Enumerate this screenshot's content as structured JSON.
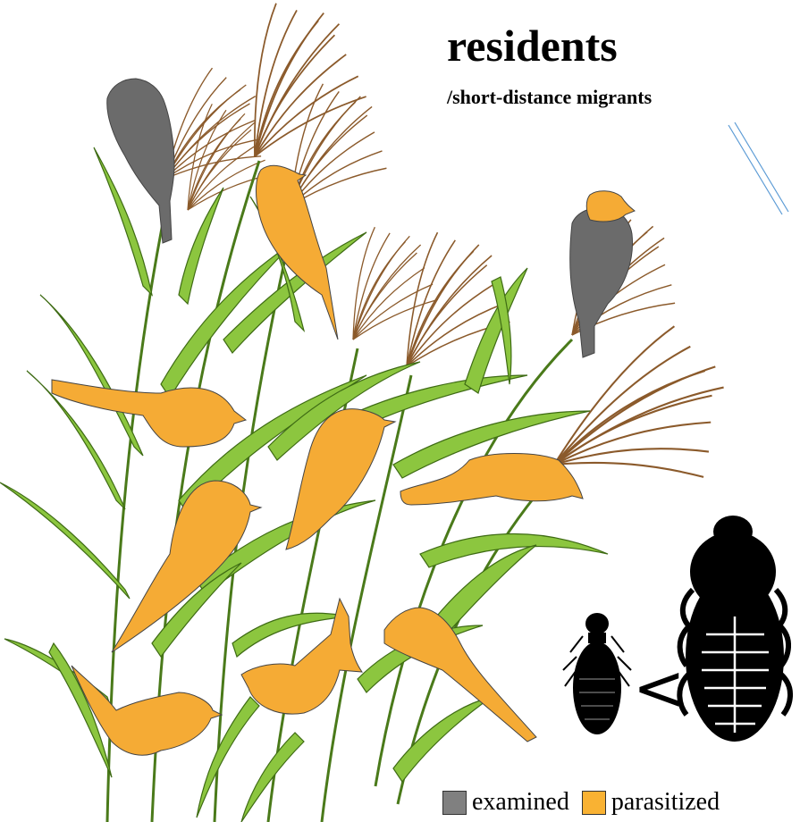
{
  "title": "residents",
  "subtitle": "/short-distance migrants",
  "legend": {
    "examined_label": "examined",
    "parasitized_label": "parasitized",
    "examined_color": "#808080",
    "parasitized_color": "#F9B233"
  },
  "comparison_symbol": "<",
  "colors": {
    "bird_examined": "#6b6b6b",
    "bird_parasitized": "#F5AB35",
    "leaf": "#8CC63F",
    "reed_plume": "#8B5A2B",
    "louse": "#000000"
  }
}
